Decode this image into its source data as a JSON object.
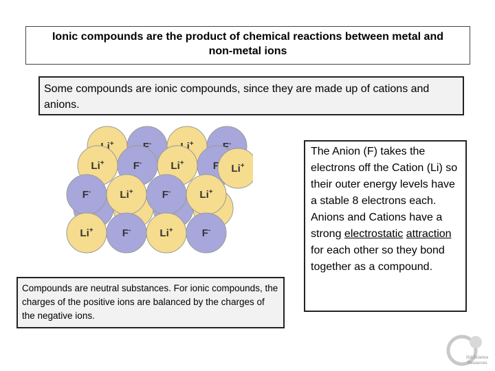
{
  "title": {
    "line1": "Ionic compounds are the product of chemical reactions between metal and",
    "line2": "non-metal ions"
  },
  "intro": {
    "text": "Some compounds are ionic compounds, since they are made up of cations and anions."
  },
  "neutral_note": {
    "text": "Compounds are neutral substances. For ionic compounds, the charges of the positive ions are balanced by the charges of the negative ions."
  },
  "explanation": {
    "part1": "The Anion (F) takes the electrons off the Cation (Li) so their outer energy levels have a stable 8 electrons each.",
    "part2_prefix": "Anions and Cations have a strong ",
    "term1": "electrostatic",
    "space": " ",
    "term2": "attraction",
    "part2_suffix": " for each other so they bond together as a compound."
  },
  "lattice": {
    "cation_label": "Li",
    "cation_charge": "+",
    "anion_label": "F",
    "anion_charge": "-",
    "colors": {
      "cation": "#f6dc8e",
      "anion": "#a7a7dc",
      "outline": "#9a9a9a"
    }
  },
  "logo": {
    "line1": "ISA Science",
    "line2": "Resources"
  }
}
